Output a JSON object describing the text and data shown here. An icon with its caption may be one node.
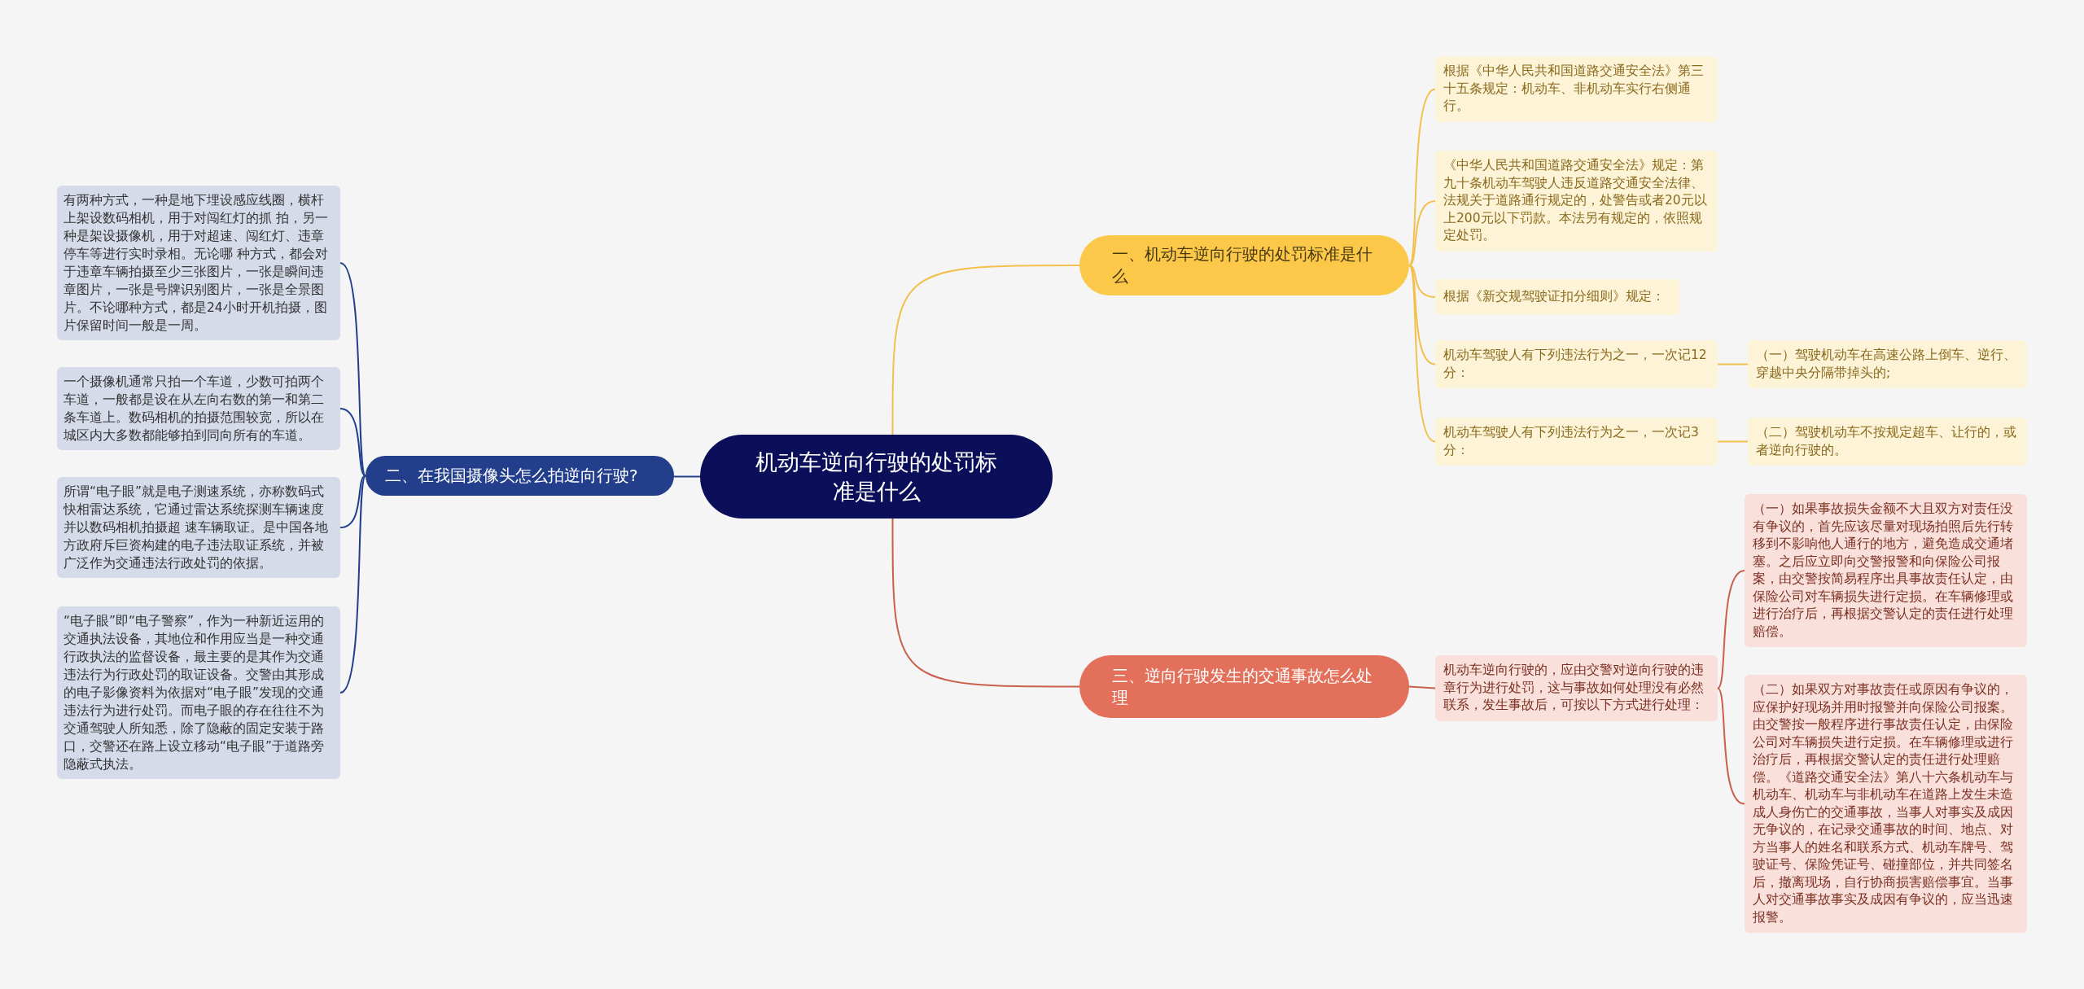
{
  "diagram": {
    "nodes": [
      {
        "text": [
          "机动车逆向行驶的处罚标准是什么"
        ]
      },
      {
        "text": [
          "一、机动车逆向行驶的处罚标准是什么"
        ]
      },
      {
        "text": [
          "根据《中华人民共和国道路交通安全法》第三十五条规定：机动车、非机动车实行右侧通行。"
        ]
      },
      {
        "text": [
          "《中华人民共和国道路交通安全法》规定：第九十条机动车驾驶人违反道路交通安全法律、法规关于道路通行规定的，处警告或者20元以上200元以下罚款。本法另有规定的，依照规定处罚。"
        ]
      },
      {
        "text": [
          "根据《新交规驾驶证扣分细则》规定："
        ]
      },
      {
        "text": [
          "机动车驾驶人有下列违法行为之一，一次记12分："
        ]
      },
      {
        "text": [
          "（一）驾驶机动车在高速公路上倒车、逆行、穿越中央分隔带掉头的;"
        ]
      },
      {
        "text": [
          "机动车驾驶人有下列违法行为之一，一次记3分："
        ]
      },
      {
        "text": [
          "（二）驾驶机动车不按规定超车、让行的，或者逆向行驶的。"
        ]
      },
      {
        "text": [
          "二、在我国摄像头怎么拍逆向行驶?"
        ]
      },
      {
        "text": [
          "有两种方式，一种是地下埋设感应线圈，横杆上架设数码相机，用于对闯红灯的抓 拍，另一种是架设摄像机，用于对超速、闯红灯、违章停车等进行实时录相。无论哪 种方式，都会对于违章车辆拍摄至少三张图片，一张是瞬间违章图片，一张是号牌识别图片，一张是全景图片。不论哪种方式，都是24小时开机拍摄，图片保留时间一般是一周。"
        ]
      },
      {
        "text": [
          "一个摄像机通常只拍一个车道，少数可拍两个车道，一般都是设在从左向右数的第一和第二条车道上。数码相机的拍摄范围较宽，所以在城区内大多数都能够拍到同向所有的车道。"
        ]
      },
      {
        "text": [
          "所谓“电子眼”就是电子测速系统，亦称数码式快相雷达系统，它通过雷达系统探测车辆速度并以数码相机拍摄超 速车辆取证。是中国各地方政府斥巨资构建的电子违法取证系统，并被广泛作为交通违法行政处罚的依据。"
        ]
      },
      {
        "text": [
          "“电子眼”即“电子警察”，作为一种新近运用的交通执法设备，其地位和作用应当是一种交通行政执法的监督设备，最主要的是其作为交通违法行为行政处罚的取证设备。交警由其形成的电子影像资料为依据对“电子眼”发现的交通违法行为进行处罚。而电子眼的存在往往不为交通驾驶人所知悉，除了隐蔽的固定安装于路口，交警还在路上设立移动“电子眼”于道路旁隐蔽式执法。"
        ]
      },
      {
        "text": [
          "三、逆向行驶发生的交通事故怎么处理"
        ]
      },
      {
        "text": [
          "机动车逆向行驶的，应由交警对逆向行驶的违章行为进行处罚，这与事故如何处理没有必然联系，发生事故后，可按以下方式进行处理："
        ]
      },
      {
        "text": [
          "（一）如果事故损失金额不大且双方对责任没有争议的，首先应该尽量对现场拍照后先行转移到不影响他人通行的地方，避免造成交通堵塞。之后应立即向交警报警和向保险公司报案，由交警按简易程序出具事故责任认定，由保险公司对车辆损失进行定损。在车辆修理或进行治疗后，再根据交警认定的责任进行处理赔偿。"
        ]
      },
      {
        "text": [
          "（二）如果双方对事故责任或原因有争议的，应保护好现场并用时报警并向保险公司报案。由交警按一般程序进行事故责任认定，由保险公司对车辆损失进行定损。在车辆修理或进行治疗后，再根据交警认定的责任进行处理赔偿。《道路交通安全法》第八十六条机动车与机动车、机动车与非机动车在道路上发生未造成人身伤亡的交通事故，当事人对事实及成因无争议的，在记录交通事故的时间、地点、对方当事人的姓名和联系方式、机动车牌号、驾驶证号、保险凭证号、碰撞部位，并共同签名后，撤离现场，自行协商损害赔偿事宜。当事人对交通事故事实及成因有争议的，应当迅速报警。"
        ]
      }
    ],
    "edges": [
      {
        "from": 0,
        "to": 1,
        "arrow": "none"
      },
      {
        "from": 1,
        "to": 2,
        "arrow": "none"
      },
      {
        "from": 1,
        "to": 3,
        "arrow": "none"
      },
      {
        "from": 1,
        "to": 4,
        "arrow": "none"
      },
      {
        "from": 1,
        "to": 5,
        "arrow": "none"
      },
      {
        "from": 5,
        "to": 6,
        "arrow": "none"
      },
      {
        "from": 1,
        "to": 7,
        "arrow": "none"
      },
      {
        "from": 7,
        "to": 8,
        "arrow": "none"
      },
      {
        "from": 0,
        "to": 9,
        "arrow": "none",
        "color": "#233f8c"
      },
      {
        "from": 9,
        "to": 10,
        "arrow": "none",
        "color": "#233f8c"
      },
      {
        "from": 9,
        "to": 11,
        "arrow": "none",
        "color": "#233f8c"
      },
      {
        "from": 9,
        "to": 12,
        "arrow": "none",
        "color": "#233f8c"
      },
      {
        "from": 9,
        "to": 13,
        "arrow": "none",
        "color": "#233f8c"
      },
      {
        "from": 0,
        "to": 14,
        "arrow": "none",
        "color": "#c8604c"
      },
      {
        "from": 14,
        "to": 15,
        "arrow": "none",
        "color": "#c8604c"
      },
      {
        "from": 15,
        "to": 16,
        "arrow": "none",
        "color": "#c8604c"
      },
      {
        "from": 15,
        "to": 17,
        "arrow": "none",
        "color": "#c8604c"
      }
    ]
  }
}
